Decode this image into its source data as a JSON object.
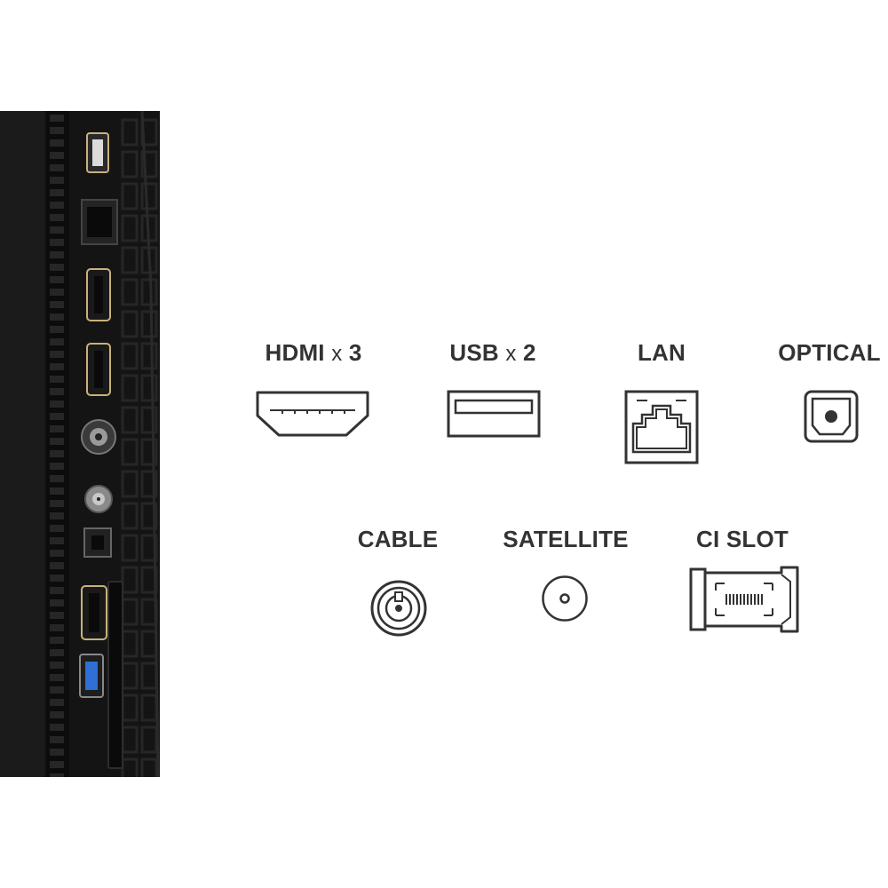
{
  "colors": {
    "icon_stroke": "#333333",
    "label_text": "#333333",
    "tv_body": "#141414",
    "usb3_blue": "#2f6fd6"
  },
  "tv_panel": {
    "ports_top_to_bottom": [
      "usb-port",
      "lan-port",
      "hdmi-port",
      "hdmi-port",
      "cable-port",
      "satellite-port",
      "optical-port",
      "hdmi-port",
      "usb3-port"
    ]
  },
  "connectors": [
    {
      "key": "hdmi",
      "name": "HDMI",
      "sep": "x",
      "count": "3",
      "icon": "hdmi-icon"
    },
    {
      "key": "usb",
      "name": "USB",
      "sep": "x",
      "count": "2",
      "icon": "usb-icon"
    },
    {
      "key": "lan",
      "name": "LAN",
      "icon": "lan-icon"
    },
    {
      "key": "optical",
      "name": "OPTICAL",
      "icon": "optical-icon"
    },
    {
      "key": "cable",
      "name": "CABLE",
      "icon": "cable-icon"
    },
    {
      "key": "satellite",
      "name": "SATELLITE",
      "icon": "satellite-icon"
    },
    {
      "key": "ci",
      "name": "CI SLOT",
      "icon": "ci-slot-icon"
    }
  ]
}
